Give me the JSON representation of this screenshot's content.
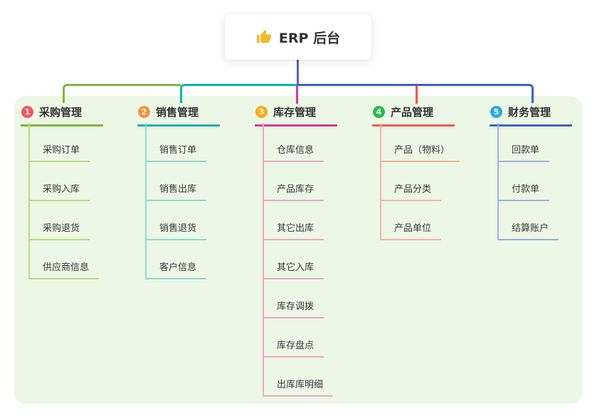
{
  "canvas": {
    "background": "#ffffff",
    "panel_bg": "#ecf7e5"
  },
  "root": {
    "icon": "thumbs-up-icon",
    "icon_color": "#f2b929",
    "label": "ERP 后台",
    "stem_color": "#4f63d2"
  },
  "branches": [
    {
      "badge": "1",
      "label": "采购管理",
      "badge_color": "#f45660",
      "line_color": "#7db83e",
      "child_line_color": "#b6da8b",
      "children": [
        "采购订单",
        "采购入库",
        "采购退货",
        "供应商信息"
      ]
    },
    {
      "badge": "2",
      "label": "销售管理",
      "badge_color": "#f6923f",
      "line_color": "#10b2a8",
      "child_line_color": "#8cd8d2",
      "children": [
        "销售订单",
        "销售出库",
        "销售退货",
        "客户信息"
      ]
    },
    {
      "badge": "3",
      "label": "库存管理",
      "badge_color": "#fbab19",
      "line_color": "#d43a92",
      "child_line_color": "#eca6cb",
      "children": [
        "仓库信息",
        "产品库存",
        "其它出库",
        "其它入库",
        "库存调拨",
        "库存盘点",
        "出库库明细"
      ]
    },
    {
      "badge": "4",
      "label": "产品管理",
      "badge_color": "#2cb94e",
      "line_color": "#f3564c",
      "child_line_color": "#f8b0a9",
      "children": [
        "产品（物料）",
        "产品分类",
        "产品单位"
      ]
    },
    {
      "badge": "5",
      "label": "财务管理",
      "badge_color": "#2aa7ea",
      "line_color": "#3c62c6",
      "child_line_color": "#9fb0e0",
      "children": [
        "回款单",
        "付款单",
        "结算账户"
      ]
    }
  ]
}
